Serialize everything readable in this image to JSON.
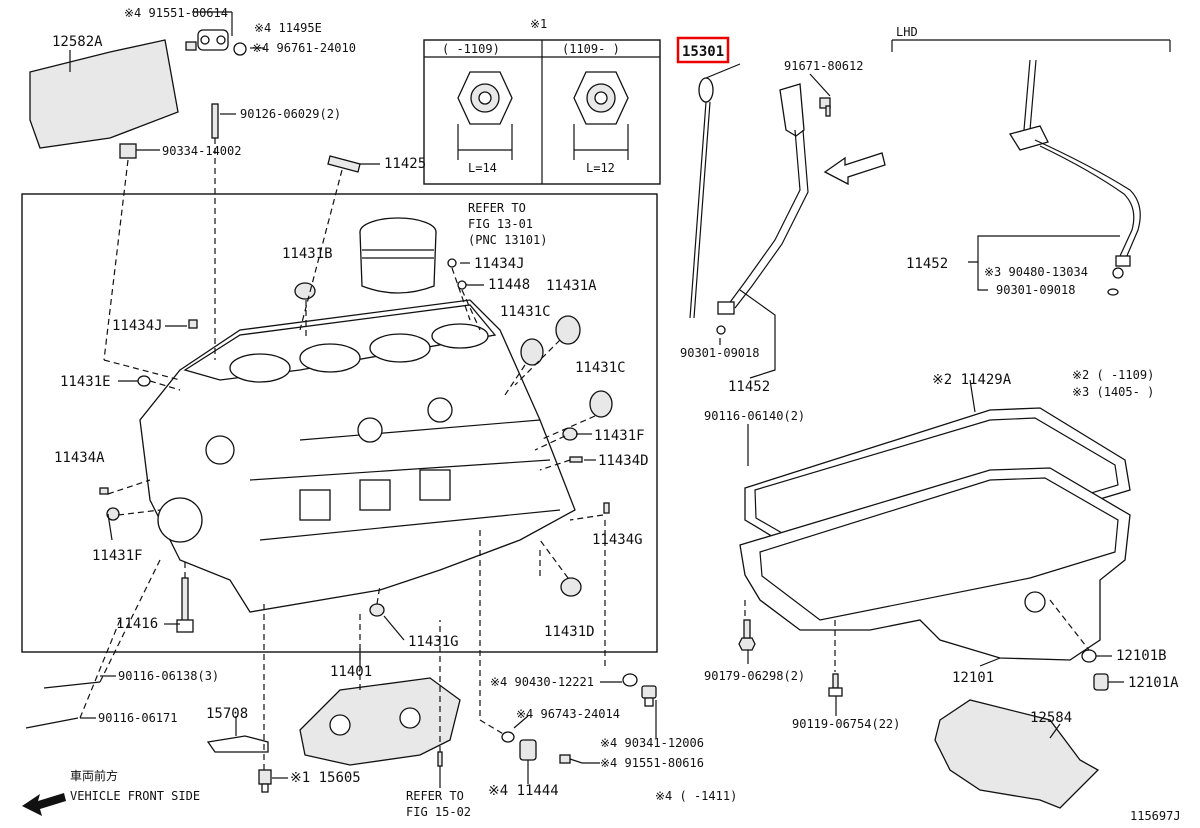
{
  "labels": {
    "p12582A": "12582A",
    "p91551_80614": "※4 91551-80614",
    "p11495E": "※4 11495E",
    "p96761_24010": "※4 96761-24010",
    "p90126": "90126-06029(2)",
    "p90334": "90334-14002",
    "p11425": "11425",
    "note1": "※1",
    "inset_left_hdr": "(    -1109)",
    "inset_right_hdr": "(1109-    )",
    "inset_left_len": "L=14",
    "inset_right_len": "L=12",
    "p15301": "15301",
    "p91671": "91671-80612",
    "lhd": "LHD",
    "p11452_lhd": "11452",
    "p90480": "※3 90480-13034",
    "p90301_lhd": "90301-09018",
    "refer_1301_a": "REFER TO",
    "refer_1301_b": "FIG 13-01",
    "refer_1301_c": "(PNC 13101)",
    "p11431B": "11431B",
    "p11434J_top": "11434J",
    "p11448": "11448",
    "p11431A": "11431A",
    "p11431C_a": "11431C",
    "p11434J_left": "11434J",
    "p11431C_b": "11431C",
    "p11431E": "11431E",
    "p90301_09018": "90301-09018",
    "p11452": "11452",
    "p11429A": "※2 11429A",
    "note2": "※2 (    -1109)",
    "note3": "※3 (1405-    )",
    "p11434A": "11434A",
    "p11431F_r": "11431F",
    "p11434D": "11434D",
    "p90116_06140": "90116-06140(2)",
    "p11434G": "11434G",
    "p11431F_l": "11431F",
    "p11431D": "11431D",
    "p11416": "11416",
    "p11431G": "11431G",
    "p11401": "11401",
    "p90116_06138": "90116-06138(3)",
    "p490430": "※4 90430-12221",
    "p90179": "90179-06298(2)",
    "p12101": "12101",
    "p12101B": "12101B",
    "p12101A": "12101A",
    "p90116_06171": "90116-06171",
    "p15708": "15708",
    "p96743": "※4 96743-24014",
    "p90341": "※4 90341-12006",
    "p90119": "90119-06754(22)",
    "p12584": "12584",
    "p91551_80616": "※4 91551-80616",
    "p15605": "※1 15605",
    "p11444": "※4 11444",
    "refer_1502_a": "REFER TO",
    "refer_1502_b": "FIG 15-02",
    "front_jp": "車両前方",
    "front_en": "VEHICLE FRONT SIDE",
    "note4": "※4 (    -1411)",
    "fig_id": "115697J"
  },
  "highlight_color": "#e00000",
  "icons": [
    "front-arrow-icon",
    "direction-arrow-icon"
  ]
}
